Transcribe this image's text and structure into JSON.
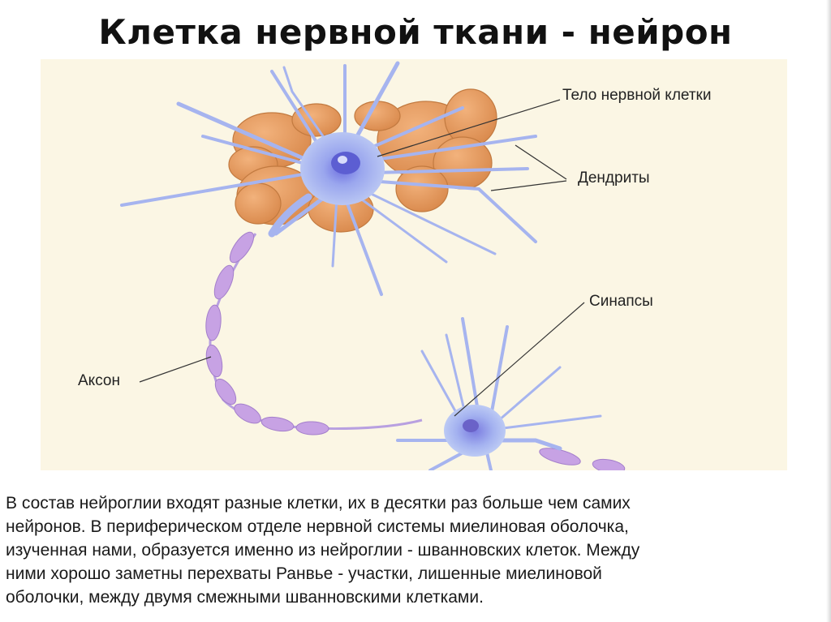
{
  "slide": {
    "title": "Клетка нервной ткани - нейрон",
    "diagram": {
      "labels": {
        "cell_body": "Тело нервной клетки",
        "dendrites": "Дендриты",
        "synapses": "Синапсы",
        "axon": "Аксон"
      },
      "colors": {
        "background": "#fbf6e4",
        "neuron": "#aab8ee",
        "nucleus": "#5a5fd0",
        "glia": "#e0955a",
        "myelin": "#c7a2e4"
      }
    },
    "caption": {
      "lines": [
        "В состав нейроглии входят разные клетки, их в десятки раз больше чем самих",
        "нейронов. В периферическом отделе нервной системы миелиновая оболочка,",
        "изученная нами, образуется именно из нейроглии - шванновских клеток. Между",
        "ними хорошо заметны перехваты Ранвье - участки, лишенные миелиновой",
        "оболочки, между двумя смежными шванновскими клетками."
      ]
    }
  }
}
